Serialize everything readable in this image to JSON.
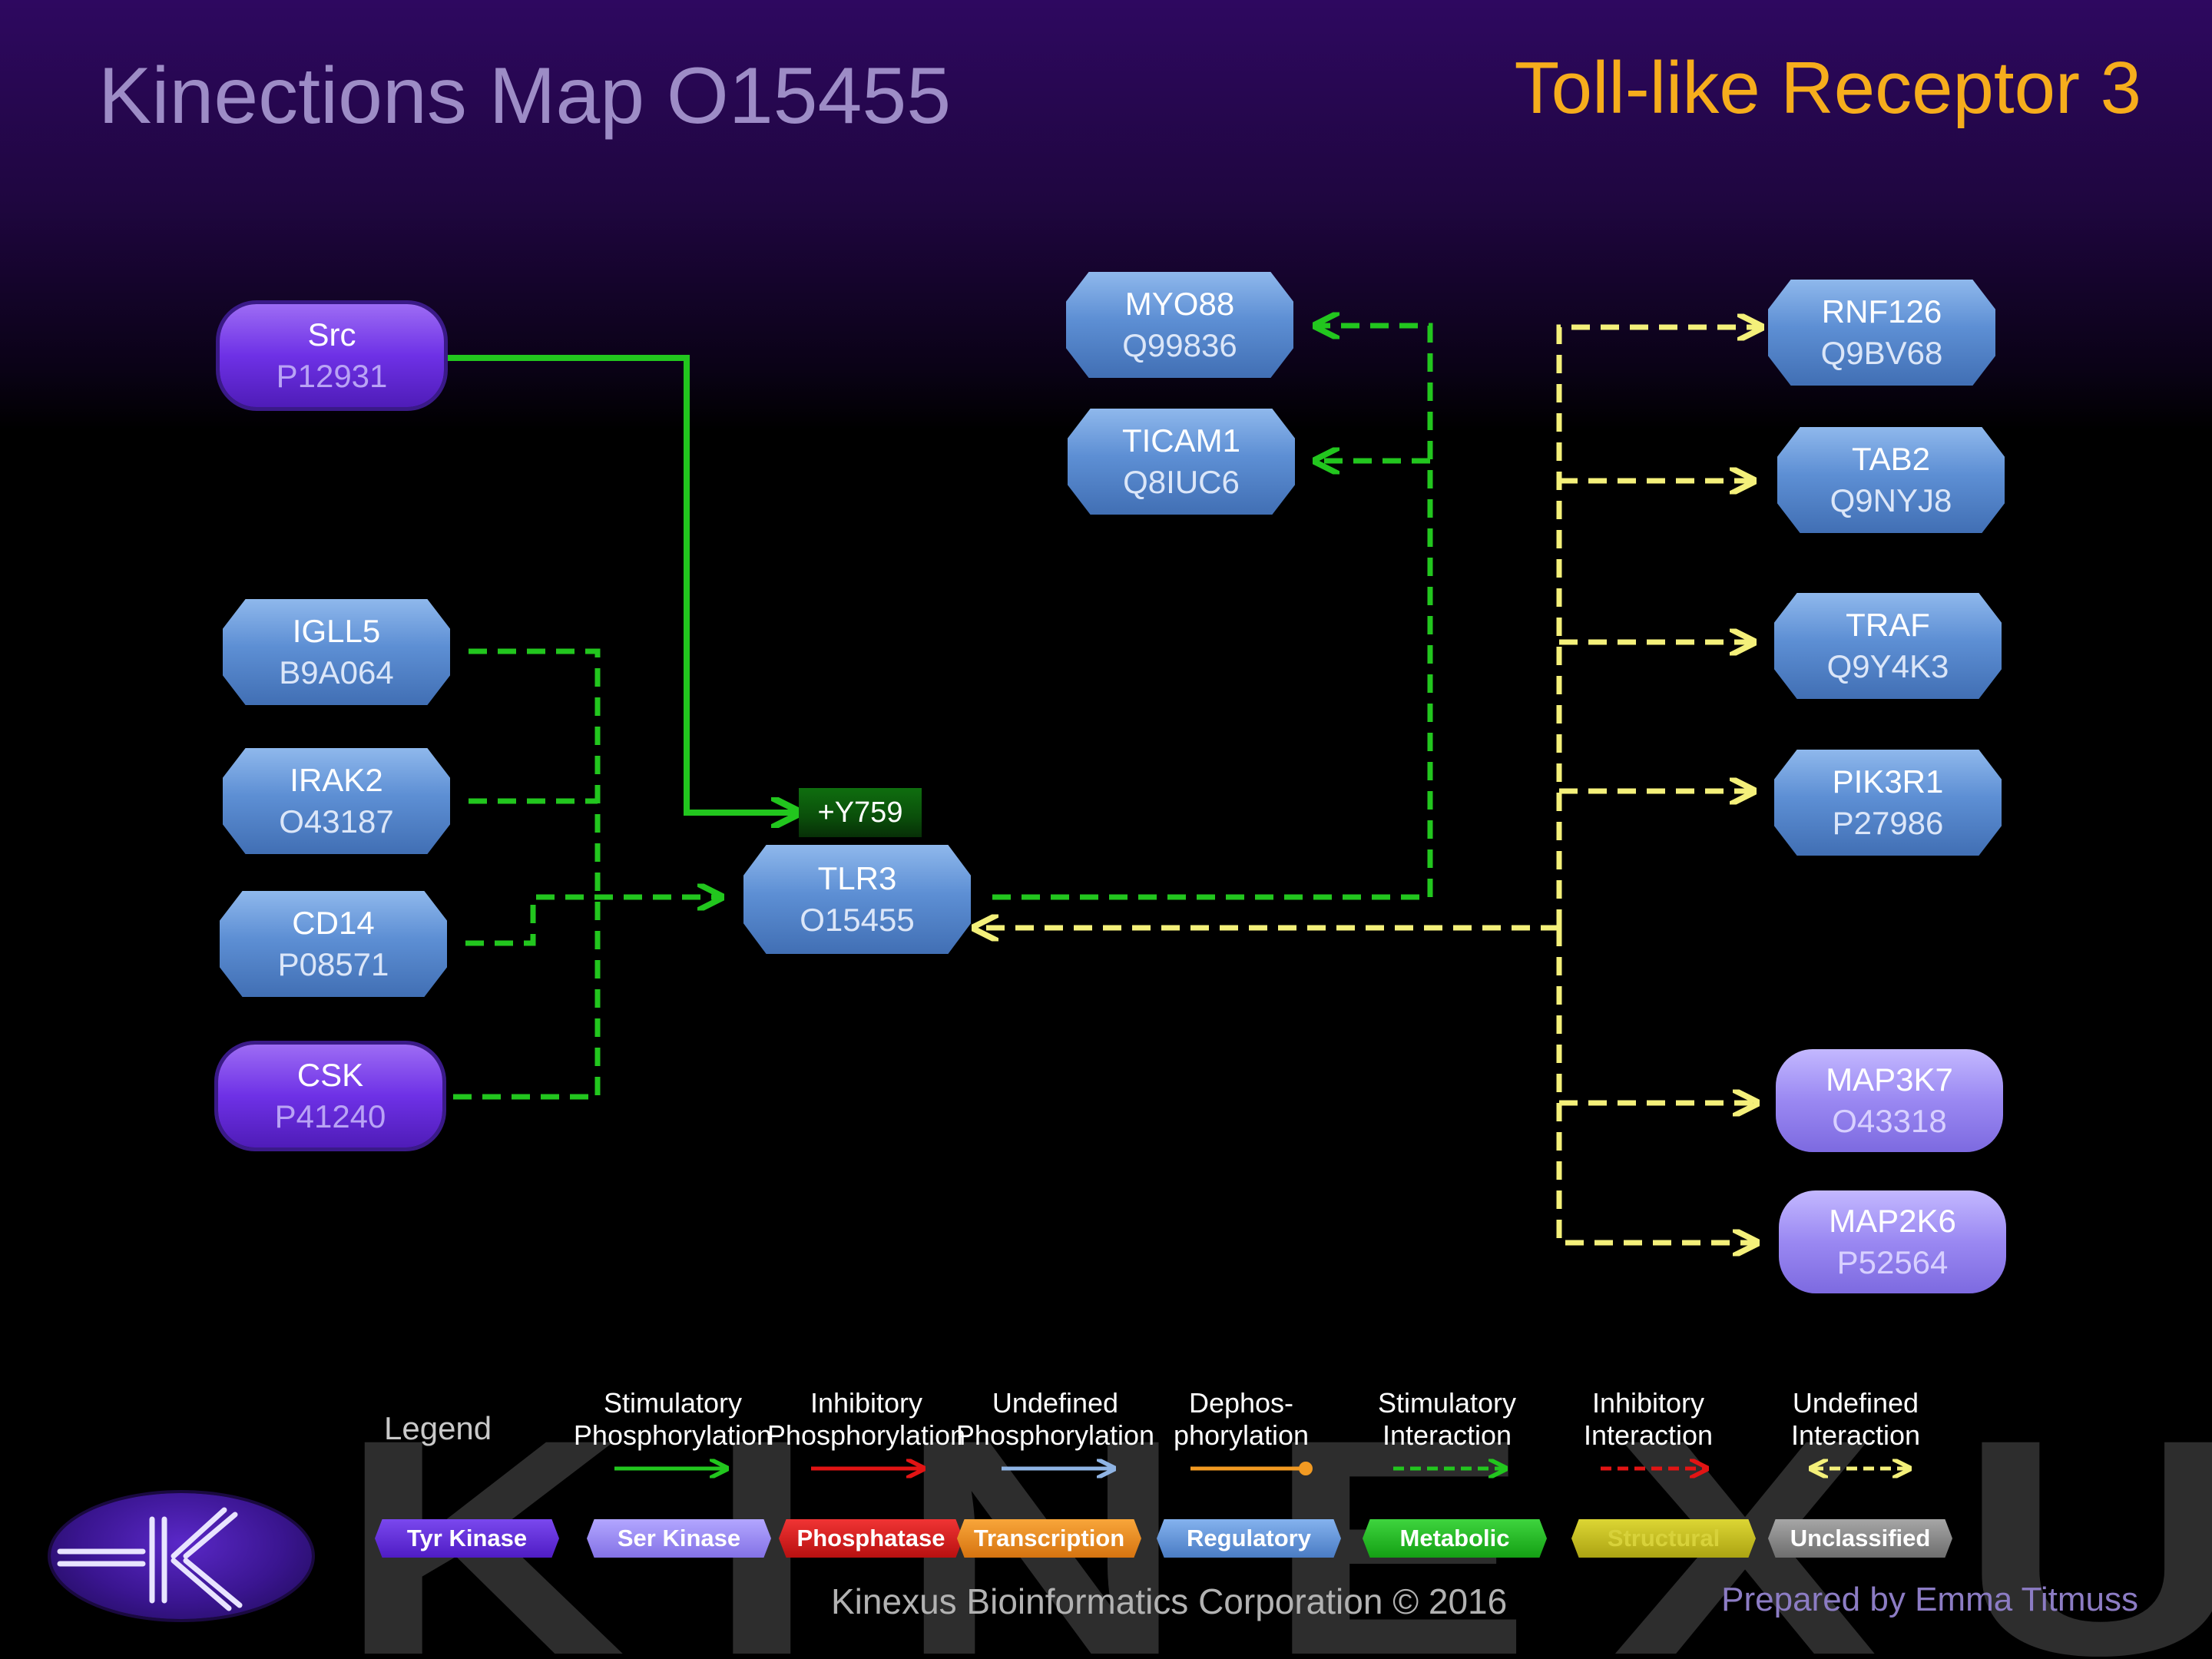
{
  "header": {
    "title": "Kinections Map O15455",
    "subtitle": "Toll-like Receptor 3"
  },
  "colors": {
    "stimulatory": "#22c61e",
    "undefined_interaction": "#f4f07a",
    "title": "#9d8cc6",
    "subtitle": "#f6ad1c",
    "regulatory": "#5d8fd4",
    "tyr_kinase": "#6e31e6",
    "ser_kinase": "#9a88f2"
  },
  "nodes": {
    "src": {
      "name": "Src",
      "accession": "P12931",
      "category": "Tyr Kinase"
    },
    "igll5": {
      "name": "IGLL5",
      "accession": "B9A064",
      "category": "Regulatory"
    },
    "irak2": {
      "name": "IRAK2",
      "accession": "O43187",
      "category": "Regulatory"
    },
    "cd14": {
      "name": "CD14",
      "accession": "P08571",
      "category": "Regulatory"
    },
    "csk": {
      "name": "CSK",
      "accession": "P41240",
      "category": "Tyr Kinase"
    },
    "tlr3": {
      "name": "TLR3",
      "accession": "O15455",
      "category": "Regulatory"
    },
    "myo88": {
      "name": "MYO88",
      "accession": "Q99836",
      "category": "Regulatory"
    },
    "ticam1": {
      "name": "TICAM1",
      "accession": "Q8IUC6",
      "category": "Regulatory"
    },
    "rnf126": {
      "name": "RNF126",
      "accession": "Q9BV68",
      "category": "Regulatory"
    },
    "tab2": {
      "name": "TAB2",
      "accession": "Q9NYJ8",
      "category": "Regulatory"
    },
    "traf": {
      "name": "TRAF",
      "accession": "Q9Y4K3",
      "category": "Regulatory"
    },
    "pik3r1": {
      "name": "PIK3R1",
      "accession": "P27986",
      "category": "Regulatory"
    },
    "map3k7": {
      "name": "MAP3K7",
      "accession": "O43318",
      "category": "Ser Kinase"
    },
    "map2k6": {
      "name": "MAP2K6",
      "accession": "P52564",
      "category": "Ser Kinase"
    }
  },
  "site_label": "+Y759",
  "legend": {
    "title": "Legend",
    "edge_types": [
      {
        "line1": "Stimulatory",
        "line2": "Phosphorylation",
        "color": "#22c61e",
        "style": "solid-arrow"
      },
      {
        "line1": "Inhibitory",
        "line2": "Phosphorylation",
        "color": "#e21414",
        "style": "solid-arrow"
      },
      {
        "line1": "Undefined",
        "line2": "Phosphorylation",
        "color": "#8fb4e4",
        "style": "solid-arrow"
      },
      {
        "line1": "Dephos-",
        "line2": "phorylation",
        "color": "#f29a22",
        "style": "solid-ball"
      },
      {
        "line1": "Stimulatory",
        "line2": "Interaction",
        "color": "#22c61e",
        "style": "dashed-arrow"
      },
      {
        "line1": "Inhibitory",
        "line2": "Interaction",
        "color": "#e21414",
        "style": "dashed-arrow"
      },
      {
        "line1": "Undefined",
        "line2": "Interaction",
        "color": "#f4f07a",
        "style": "dashed-double"
      }
    ],
    "categories": [
      {
        "label": "Tyr Kinase",
        "color": "#5a22d8"
      },
      {
        "label": "Ser Kinase",
        "color": "#9686ee"
      },
      {
        "label": "Phosphatase",
        "color": "#dc1a1a"
      },
      {
        "label": "Transcription",
        "color": "#ef8a14"
      },
      {
        "label": "Regulatory",
        "color": "#5b8fd6"
      },
      {
        "label": "Metabolic",
        "color": "#1eb81e"
      },
      {
        "label": "Structural",
        "color": "#c8c21a"
      },
      {
        "label": "Unclassified",
        "color": "#8c8c8c"
      }
    ]
  },
  "footer": {
    "watermark": "KINEXUS",
    "copyright": "Kinexus Bioinformatics Corporation © 2016",
    "prepared_by": "Prepared by Emma Titmuss"
  }
}
